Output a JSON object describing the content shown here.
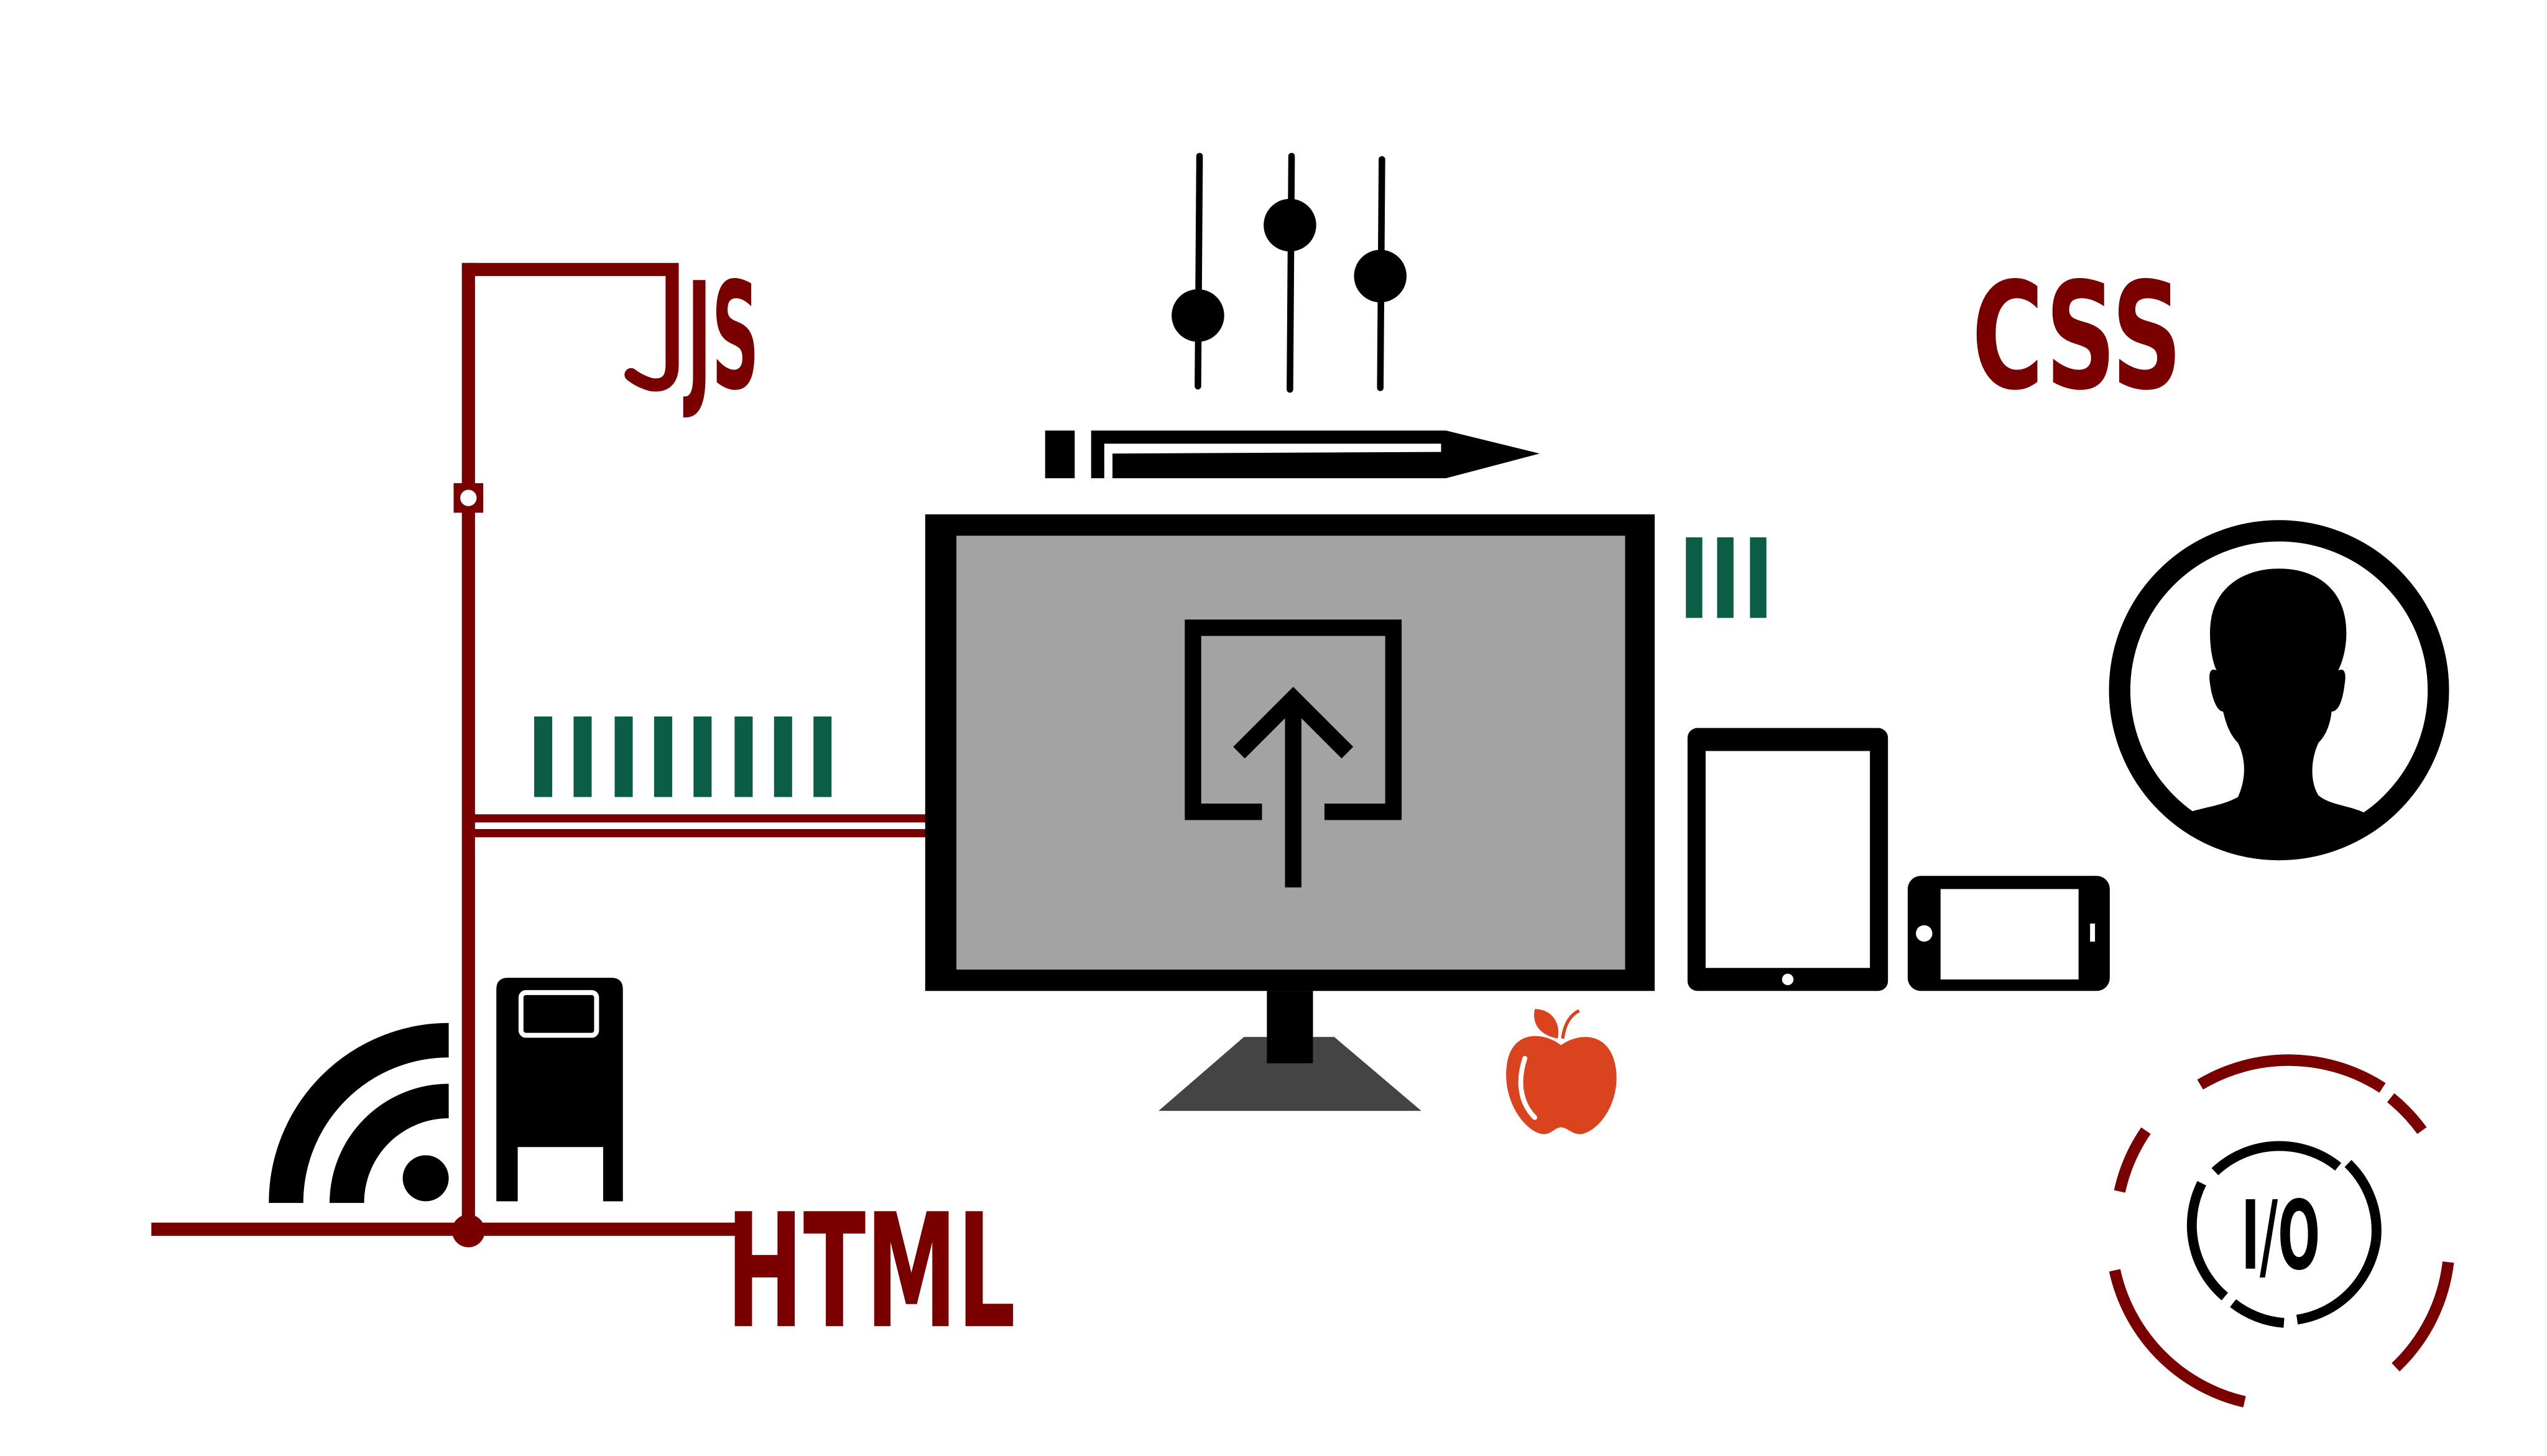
{
  "labels": {
    "js": "JS",
    "css": "CSS",
    "html": "HTML",
    "io": "I/O"
  },
  "colors": {
    "dark_red": "#7a0000",
    "black": "#000000",
    "screen_gray": "#a3a3a3",
    "stand_gray": "#444444",
    "green": "#0b5e45",
    "apple_orange": "#d9431d",
    "background": "#ffffff"
  },
  "icons": {
    "sliders": "sliders-icon",
    "pencil": "pencil-icon",
    "monitor": "monitor-icon",
    "upload": "upload-icon",
    "tablet": "tablet-icon",
    "phone": "phone-icon",
    "user": "user-avatar-icon",
    "apple": "apple-icon",
    "wifi": "wifi-icon",
    "mailbox": "mailbox-icon",
    "io": "io-circle-icon"
  }
}
